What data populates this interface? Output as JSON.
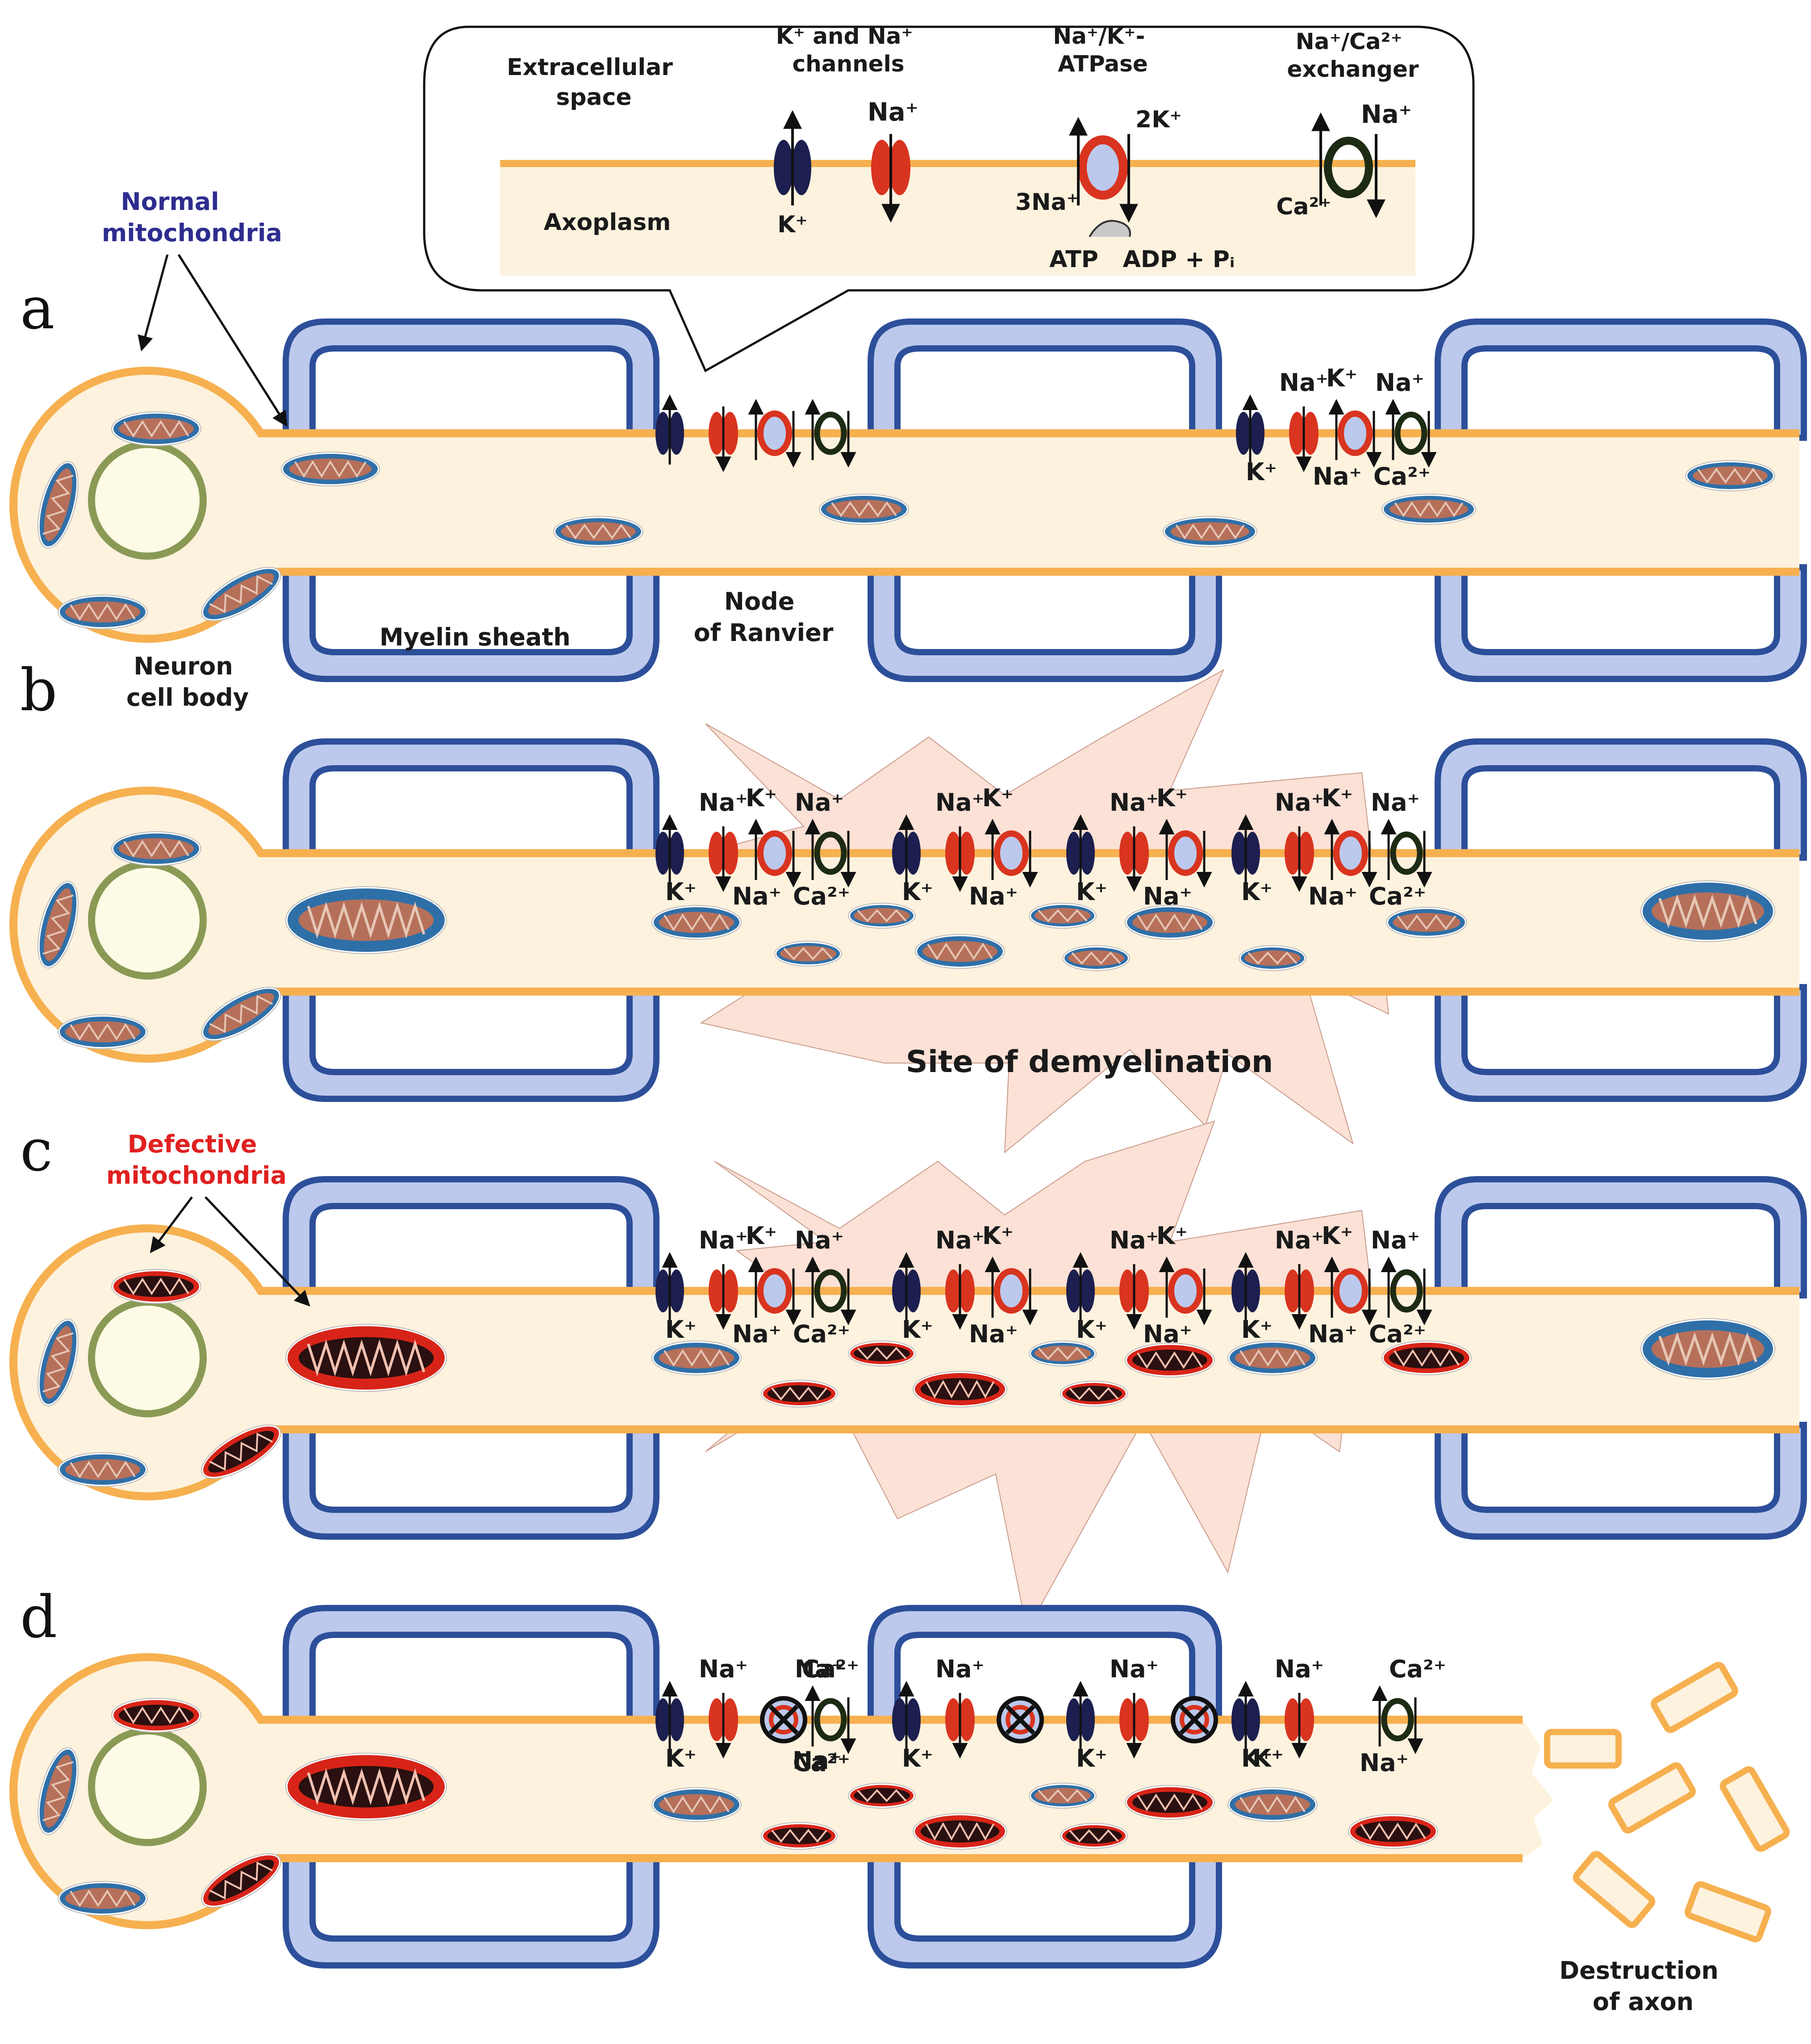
{
  "colors": {
    "axoplasm": "#fdf2de",
    "membrane": "#f6b04f",
    "myelin_fill": "#bcc9ec",
    "myelin_stroke": "#2d4f9a",
    "na_channel": "#d9341f",
    "k_channel": "#1c1f4f",
    "atpase_ring": "#d9341f",
    "atpase_core": "#bcc9ec",
    "exchanger": "#1d2b14",
    "mito_normal_outer": "#2f6fa8",
    "mito_normal_inner": "#b6705a",
    "mito_defective_outer": "#d82418",
    "mito_defective_inner": "#2a1010",
    "nucleus_fill": "#fdfbe6",
    "nucleus_stroke": "#8a9a55",
    "demyelination": "#fbe1d6",
    "normal_label": "#2d2d8f",
    "defective_label": "#e02020"
  },
  "panels": [
    "a",
    "b",
    "c",
    "d"
  ],
  "callout": {
    "extracellular": [
      "Extracellular",
      "space"
    ],
    "axoplasm": "Axoplasm",
    "channels_title": [
      "K⁺ and Na⁺",
      "channels"
    ],
    "atpase_title": [
      "Na⁺/K⁺-",
      "ATPase"
    ],
    "exchanger_title": [
      "Na⁺/Ca²⁺",
      "exchanger"
    ],
    "na": "Na⁺",
    "k": "K⁺",
    "two_k": "2K⁺",
    "three_na": "3Na⁺",
    "ca": "Ca²⁺",
    "atp": "ATP",
    "adp": "ADP + Pᵢ"
  },
  "labels": {
    "normal_mito": [
      "Normal",
      "mitochondria"
    ],
    "defective_mito": [
      "Defective",
      "mitochondria"
    ],
    "neuron_body": [
      "Neuron",
      "cell body"
    ],
    "myelin": "Myelin sheath",
    "node": [
      "Node",
      "of Ranvier"
    ],
    "demyelination": "Site of demyelination",
    "destruction": [
      "Destruction",
      "of axon"
    ]
  },
  "ions": {
    "na": "Na⁺",
    "k": "K⁺",
    "ca": "Ca²⁺"
  }
}
